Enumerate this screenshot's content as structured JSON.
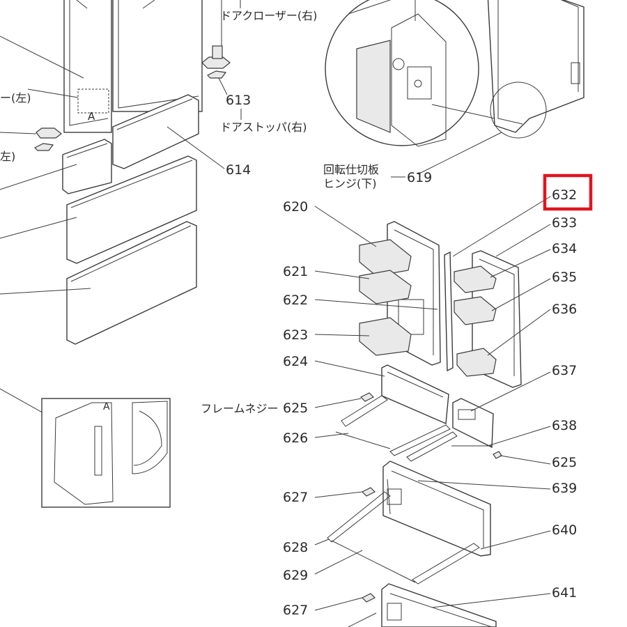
{
  "labels": {
    "door_closer_right": "ドアクローザー(右)",
    "left_partial_1": "ー(左)",
    "left_partial_2": "左)",
    "door_stopper_right": "ドアストッパ(右)",
    "hinge_line1": "回転仕切板",
    "hinge_line2": "ヒンジ(下)",
    "frame_screw": "フレームネジー",
    "detail_a1": "A",
    "detail_a2": "A"
  },
  "parts": {
    "p613": "613",
    "p614": "614",
    "p619": "619",
    "p620": "620",
    "p621": "621",
    "p622": "622",
    "p623": "623",
    "p624": "624",
    "p625a": "625",
    "p625b": "625",
    "p626": "626",
    "p627a": "627",
    "p627b": "627",
    "p628": "628",
    "p629": "629",
    "p632": "632",
    "p633": "633",
    "p634": "634",
    "p635": "635",
    "p636": "636",
    "p637": "637",
    "p638": "638",
    "p639": "639",
    "p640": "640",
    "p641": "641"
  },
  "highlight": {
    "part": "632",
    "color": "#e0141e"
  }
}
